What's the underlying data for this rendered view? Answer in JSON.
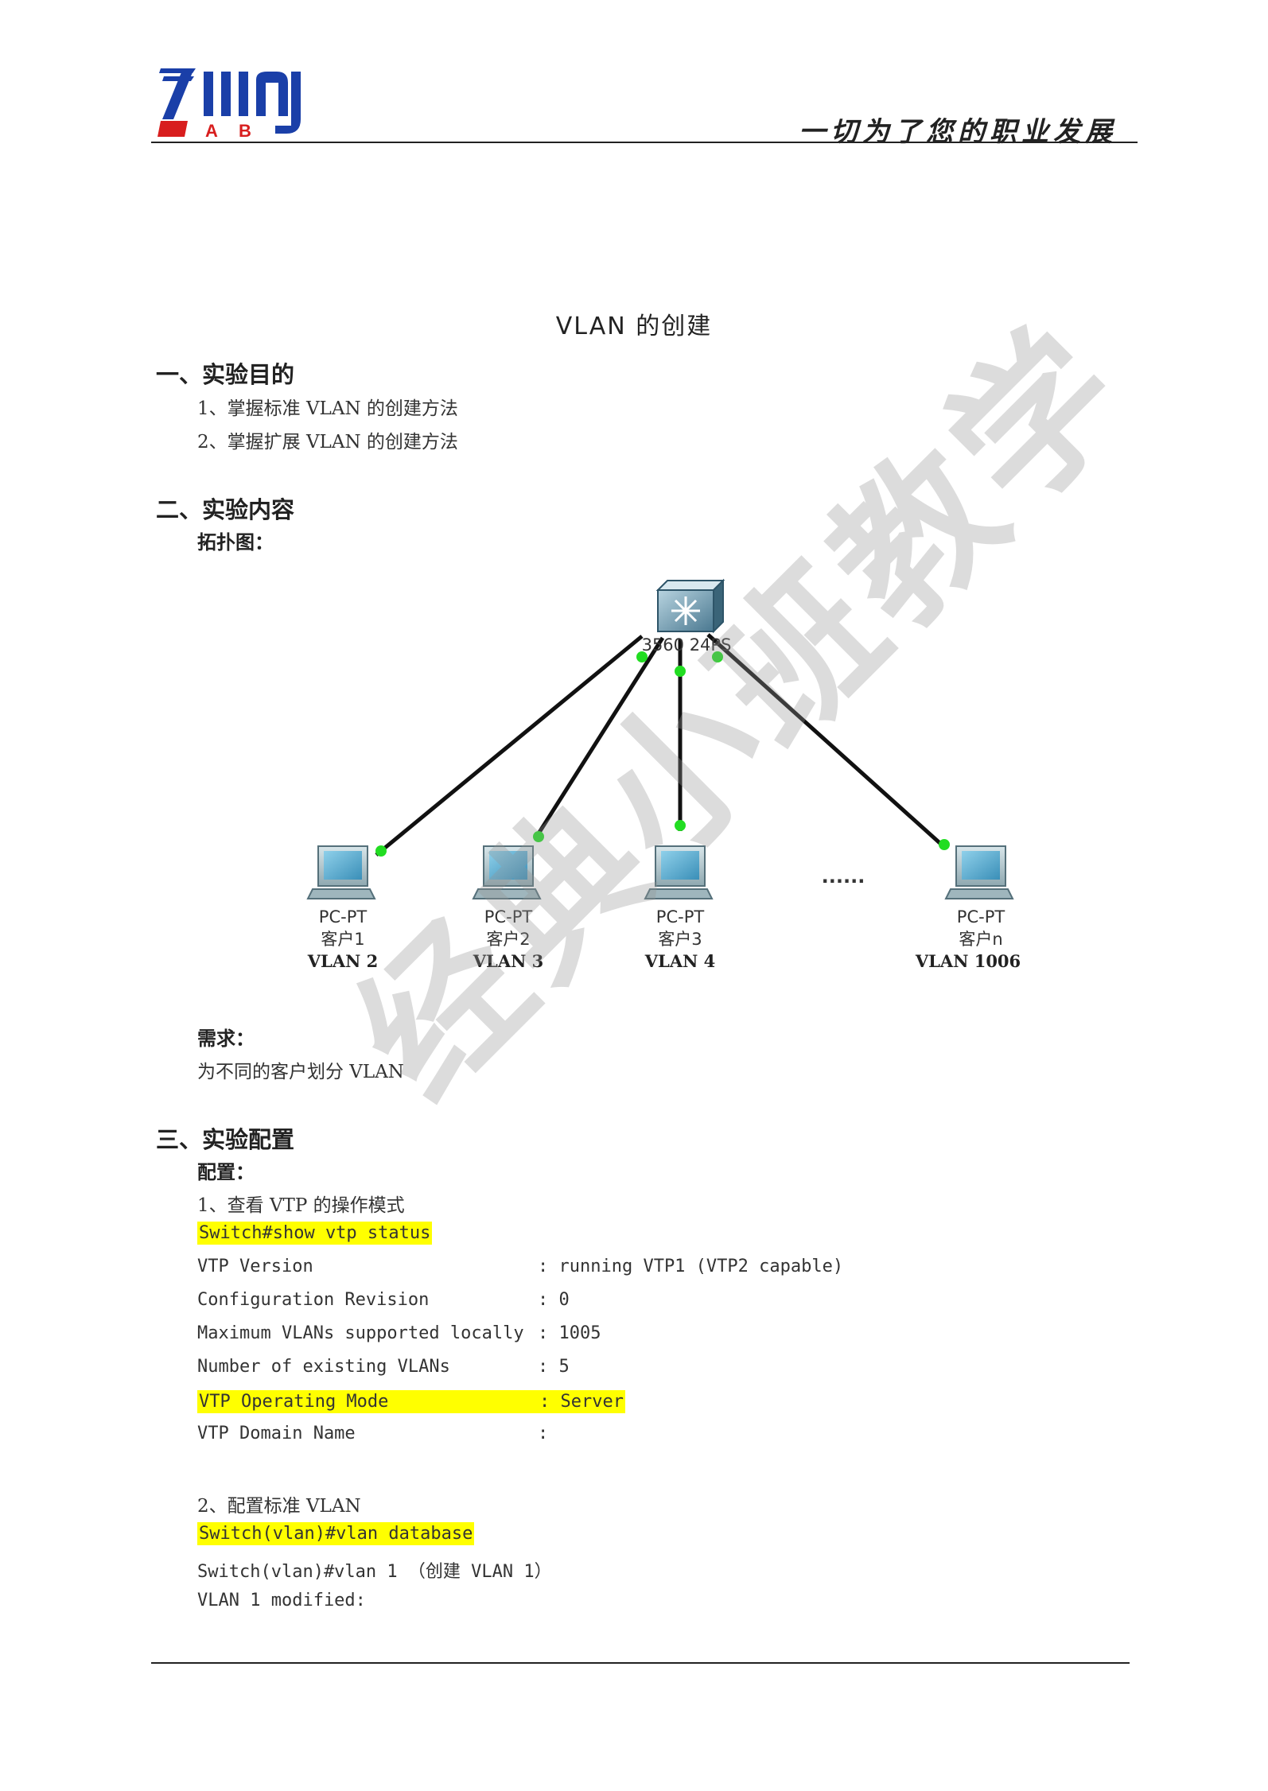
{
  "header": {
    "slogan": "一切为了您的职业发展"
  },
  "document": {
    "title": "VLAN 的创建",
    "sections": {
      "s1": {
        "heading": "一、实验目的",
        "items": [
          "1、掌握标准 VLAN 的创建方法",
          "2、掌握扩展 VLAN 的创建方法"
        ]
      },
      "s2": {
        "heading": "二、实验内容",
        "topology_label": "拓扑图：",
        "req_label": "需求：",
        "req_text": "为不同的客户划分 VLAN"
      },
      "s3": {
        "heading": "三、实验配置",
        "config_label": "配置：",
        "step1": "1、查看 VTP 的操作模式",
        "cmd1": "Switch#show vtp status",
        "status_rows": [
          {
            "key": "VTP Version",
            "value": ": running VTP1 (VTP2 capable)"
          },
          {
            "key": "Configuration Revision",
            "value": ": 0"
          },
          {
            "key": "Maximum VLANs supported locally",
            "value": ": 1005"
          },
          {
            "key": "Number of existing VLANs",
            "value": ": 5"
          },
          {
            "key": "VTP Operating Mode",
            "value": ": Server"
          },
          {
            "key": "VTP Domain Name",
            "value": ":"
          }
        ],
        "step2": "2、配置标准 VLAN",
        "cmd2": "Switch(vlan)#vlan database",
        "cmd3": "Switch(vlan)#vlan 1 （创建 VLAN 1）",
        "out3": "VLAN 1 modified:"
      }
    }
  },
  "topology": {
    "switch_label": "3560 24PS",
    "ellipsis": "......",
    "pcs": [
      {
        "type": "PC-PT",
        "name": "客户1",
        "vlan": "VLAN 2"
      },
      {
        "type": "PC-PT",
        "name": "客户2",
        "vlan": "VLAN 3"
      },
      {
        "type": "PC-PT",
        "name": "客户3",
        "vlan": "VLAN 4"
      },
      {
        "type": "PC-PT",
        "name": "客户n",
        "vlan": "VLAN 1006"
      }
    ]
  },
  "watermark": "经典小班教学",
  "colors": {
    "highlight": "#ffff00",
    "link_dot": "#22dd22",
    "logo_blue": "#1a3fa8",
    "logo_red": "#d81e1e"
  }
}
